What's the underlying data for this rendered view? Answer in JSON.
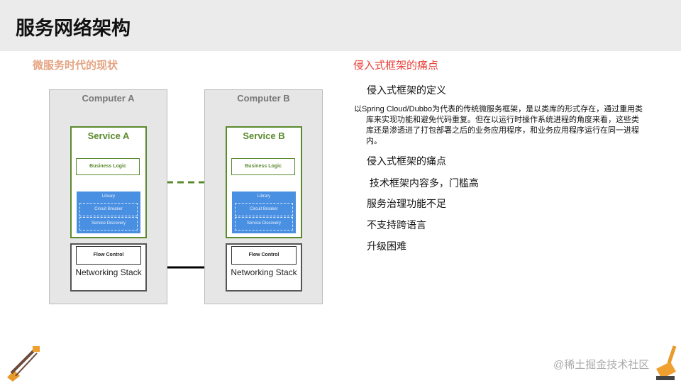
{
  "title": "服务网络架构",
  "left": {
    "subtitle": "微服务时代的现状",
    "diagram": {
      "computers": [
        {
          "name": "Computer A",
          "service": "Service A",
          "business_logic": "Business Logic",
          "library": "Library",
          "circuit_breaker": "Circuit Breaker",
          "service_discovery": "Service Discovery",
          "flow_control": "Flow Control",
          "networking": "Networking Stack"
        },
        {
          "name": "Computer B",
          "service": "Service B",
          "business_logic": "Business Logic",
          "library": "Library",
          "circuit_breaker": "Circuit Breaker",
          "service_discovery": "Service Discovery",
          "flow_control": "Flow Control",
          "networking": "Networking Stack"
        }
      ]
    }
  },
  "right": {
    "subtitle": "侵入式框架的痛点",
    "definition_heading": "侵入式框架的定义",
    "definition": "以Spring Cloud/Dubbo为代表的传统微服务框架，是以类库的形式存在，通过重用类库来实现功能和避免代码重复。但在以运行时操作系统进程的角度来看，这些类库还是渗透进了打包部署之后的业务应用程序，和业务应用程序运行在同一进程内。",
    "pain_heading": "侵入式框架的痛点",
    "points": [
      " 技术框架内容多，门槛高",
      "服务治理功能不足",
      "不支持跨语言",
      "升级困难"
    ]
  },
  "watermark": "@稀土掘金技术社区",
  "colors": {
    "accent_red": "#e8403a",
    "green": "#5b8a2e",
    "blue": "#4a90e2"
  }
}
